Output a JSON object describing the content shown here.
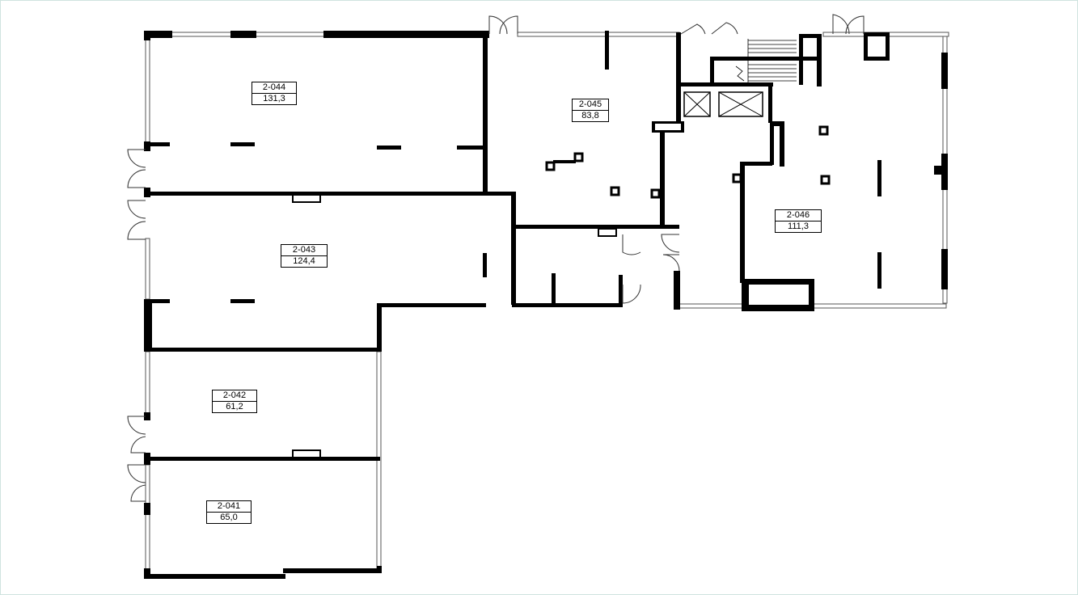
{
  "units": [
    {
      "id": "2-044",
      "area": "131,3"
    },
    {
      "id": "2-045",
      "area": "83,8"
    },
    {
      "id": "2-043",
      "area": "124,4"
    },
    {
      "id": "2-046",
      "area": "111,3"
    },
    {
      "id": "2-042",
      "area": "61,2"
    },
    {
      "id": "2-041",
      "area": "65,0"
    }
  ]
}
